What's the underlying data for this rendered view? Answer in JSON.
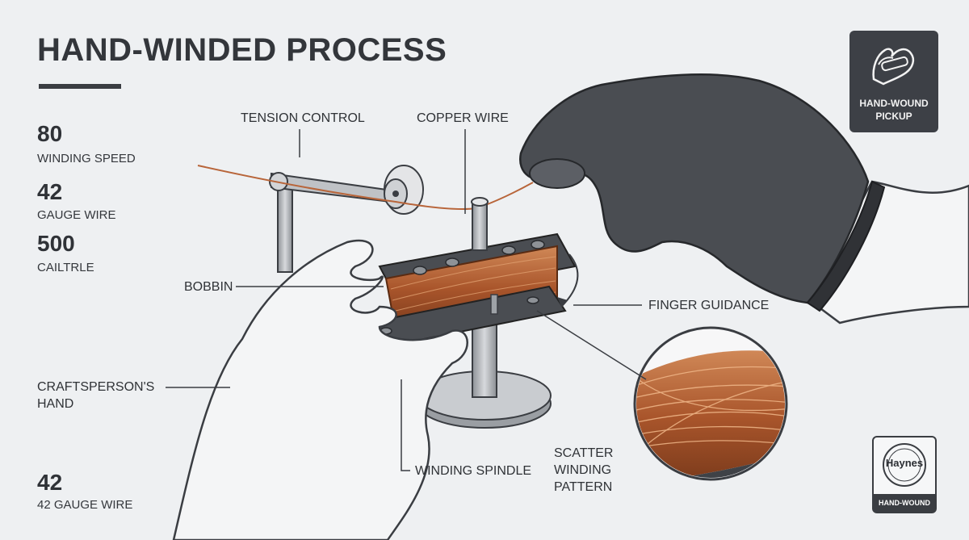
{
  "header": {
    "title": "HAND-WINDED PROCESS"
  },
  "stats": [
    {
      "value": "80",
      "label": "WINDING SPEED"
    },
    {
      "value": "42",
      "label": "GAUGE WIRE"
    },
    {
      "value": "500",
      "label": "CAILTRLE"
    }
  ],
  "footer_stat": {
    "value": "42",
    "label": "42 GAUGE WIRE"
  },
  "callouts": {
    "tension_control": "TENSION CONTROL",
    "copper_wire": "COPPER WIRE",
    "bobbin": "BOBBIN",
    "finger_guidance": "FINGER GUIDANCE",
    "craftsperson_hand": "CRAFTSPERSON'S HAND",
    "winding_spindle": "WINDING SPINDLE",
    "scatter_pattern": "SCATTER WINDING PATTERN"
  },
  "badge_top": {
    "text": "HAND-WOUND PICKUP",
    "icon": "hand-pickup-icon"
  },
  "badge_bottom": {
    "seal_text": "Haynes",
    "footer": "HAND-WOUND"
  },
  "colors": {
    "background": "#eef0f2",
    "copper": "#b8653a",
    "glove": "#4a4d52",
    "ink": "#2f3237"
  }
}
